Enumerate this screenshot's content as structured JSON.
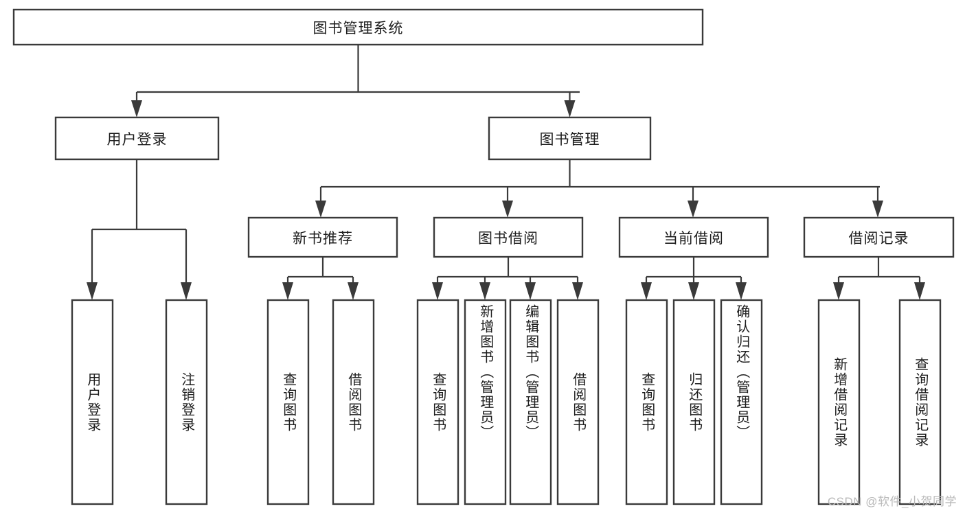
{
  "diagram": {
    "title": "图书管理系统",
    "type": "tree-hierarchy-chart",
    "root": {
      "label": "图书管理系统"
    },
    "level2": [
      {
        "label": "用户登录"
      },
      {
        "label": "图书管理"
      }
    ],
    "level3": [
      {
        "label": "新书推荐"
      },
      {
        "label": "图书借阅"
      },
      {
        "label": "当前借阅"
      },
      {
        "label": "借阅记录"
      }
    ],
    "leaves": {
      "user_login": [
        {
          "label": "用户登录"
        },
        {
          "label": "注销登录"
        }
      ],
      "new_book_recommend": [
        {
          "label": "查询图书"
        },
        {
          "label": "借阅图书"
        }
      ],
      "book_borrow": [
        {
          "label": "查询图书"
        },
        {
          "label": "新增图书（管理员）"
        },
        {
          "label": "编辑图书（管理员）"
        },
        {
          "label": "借阅图书"
        }
      ],
      "current_borrow": [
        {
          "label": "查询图书"
        },
        {
          "label": "归还图书"
        },
        {
          "label": "确认归还（管理员）"
        }
      ],
      "borrow_record": [
        {
          "label": "新增借阅记录"
        },
        {
          "label": "查询借阅记录"
        }
      ]
    }
  },
  "watermark": {
    "text": "CSDN @软件_小贺同学"
  },
  "colors": {
    "stroke": "#3a3a3a",
    "box_fill": "#ffffff",
    "text": "#1d1d1d",
    "watermark": "#b9b9b9",
    "background": "#ffffff"
  }
}
